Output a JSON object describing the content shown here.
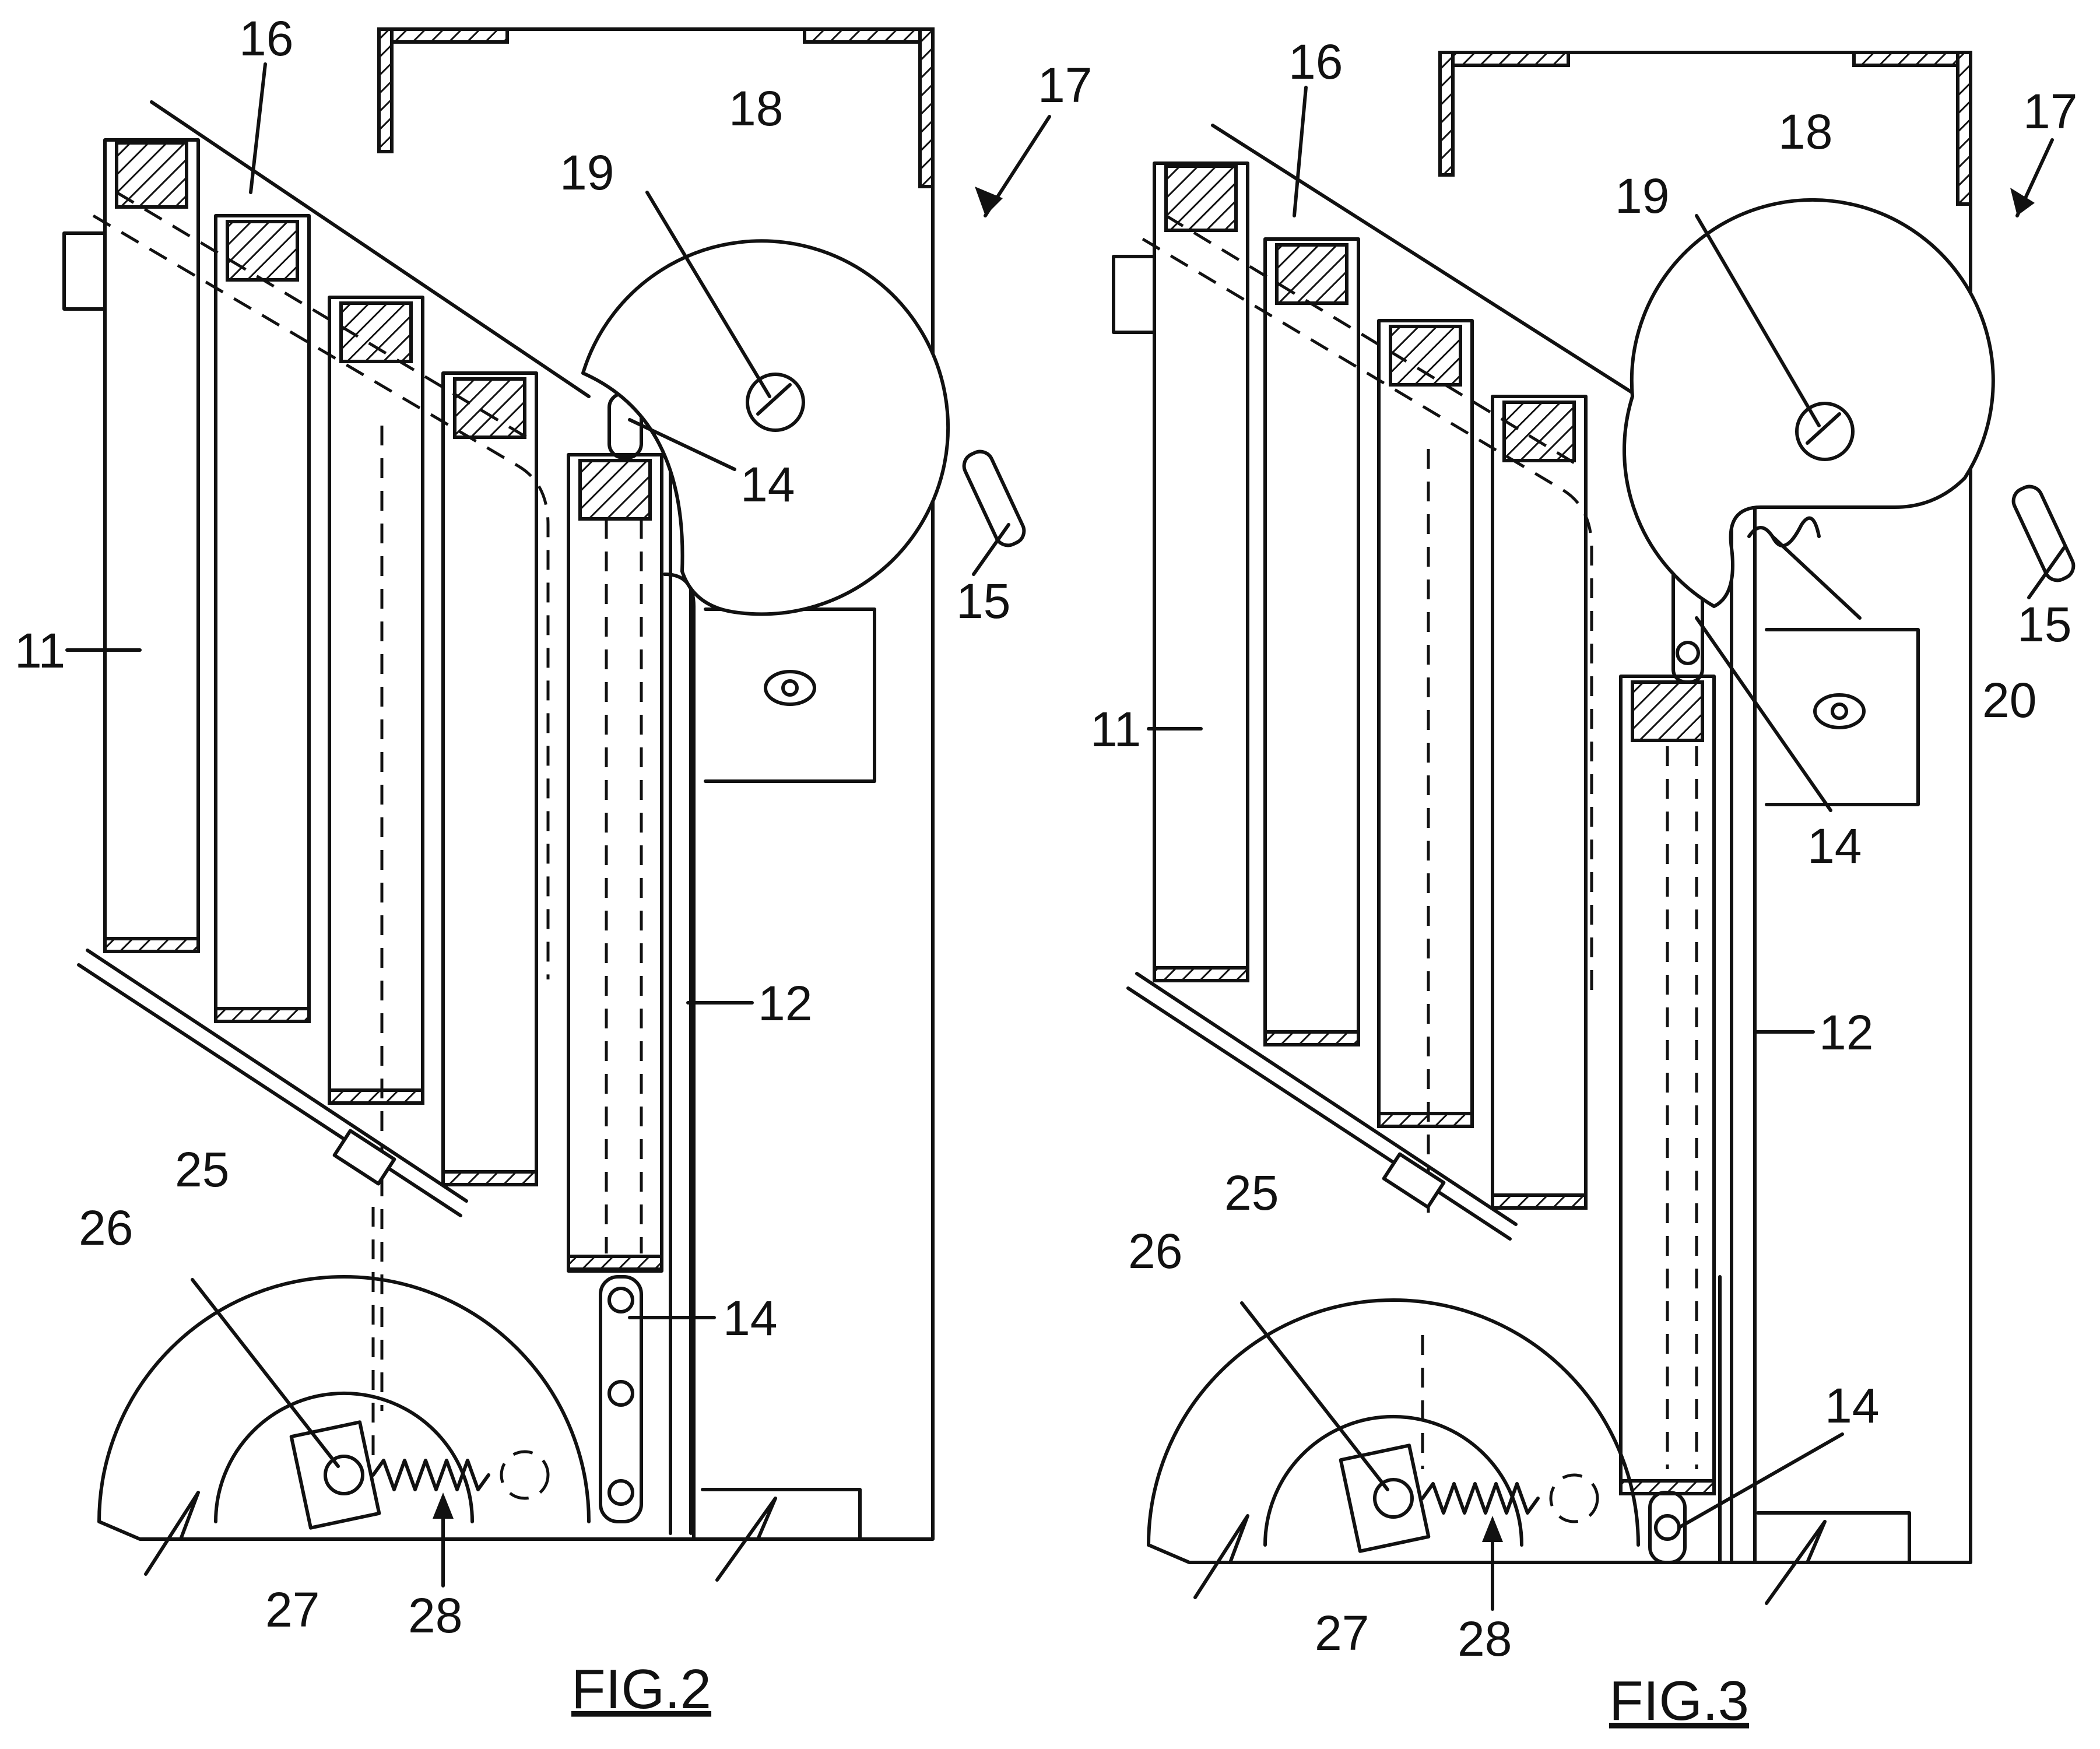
{
  "figures": [
    {
      "caption": "FIG.2",
      "labels": {
        "l11": "11",
        "l12": "12",
        "l14a": "14",
        "l14b": "14",
        "l15": "15",
        "l16": "16",
        "l17": "17",
        "l18": "18",
        "l19": "19",
        "l25": "25",
        "l26": "26",
        "l27": "27",
        "l28": "28"
      }
    },
    {
      "caption": "FIG.3",
      "labels": {
        "l11": "11",
        "l12": "12",
        "l14a": "14",
        "l14b": "14",
        "l15": "15",
        "l16": "16",
        "l17": "17",
        "l18": "18",
        "l19": "19",
        "l20": "20",
        "l25": "25",
        "l26": "26",
        "l27": "27",
        "l28": "28"
      }
    }
  ],
  "colors": {
    "ink": "#111111",
    "paper": "#ffffff"
  }
}
